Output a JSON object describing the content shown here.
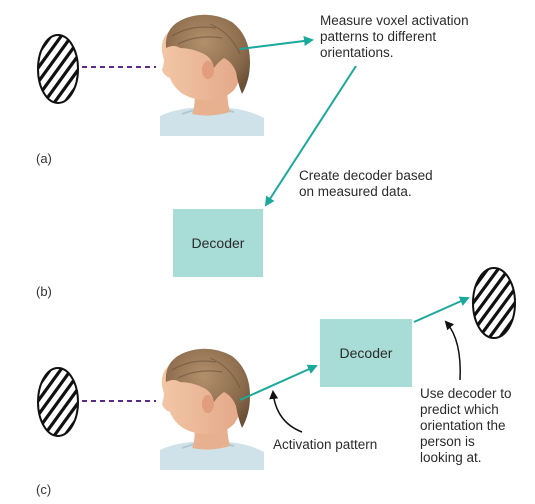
{
  "panels": {
    "a": {
      "label": "(a)",
      "annotation": [
        "Measure voxel activation",
        "patterns to different",
        "orientations."
      ]
    },
    "b": {
      "label": "(b)",
      "annotation": [
        "Create decoder based",
        "on measured data."
      ],
      "decoder_label": "Decoder"
    },
    "c": {
      "label": "(c)",
      "decoder_label": "Decoder",
      "activation_label": "Activation pattern",
      "predict_annotation": [
        "Use decoder to",
        "predict which",
        "orientation the",
        "person is",
        "looking at."
      ]
    }
  },
  "colors": {
    "arrow": "#1aa99a",
    "decoder_box": "#a8dcd6",
    "dashed_line": "#5b2a86",
    "stripes": "#111111"
  },
  "icons": [
    "grating-stimulus",
    "head-profile",
    "curved-pointer-arrow"
  ]
}
